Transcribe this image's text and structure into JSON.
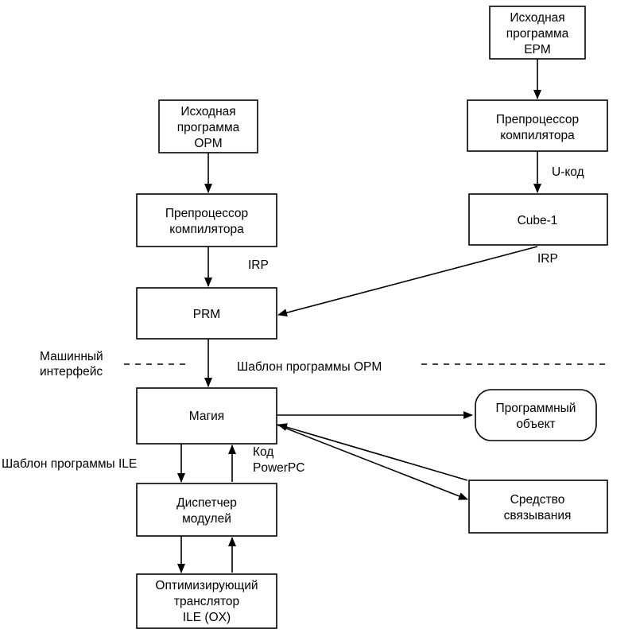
{
  "boxes": {
    "epm_source": [
      "Исходная",
      "программа",
      "EPM"
    ],
    "epm_preproc": [
      "Препроцессор",
      "компилятора"
    ],
    "cube1": [
      "Cube-1"
    ],
    "opm_source": [
      "Исходная",
      "программа",
      "OPM"
    ],
    "opm_preproc": [
      "Препроцессор",
      "компилятора"
    ],
    "prm": [
      "PRM"
    ],
    "magic": [
      "Магия"
    ],
    "program_object": [
      "Программный",
      "объект"
    ],
    "dispatcher": [
      "Диспетчер",
      "модулей"
    ],
    "linker": [
      "Средство",
      "связывания"
    ],
    "optimizer": [
      "Оптимизирующий",
      "транслятор",
      "ILE (OX)"
    ]
  },
  "labels": {
    "u_code": "U-код",
    "irp_left": "IRP",
    "irp_right": "IRP",
    "machine_interface": [
      "Машинный",
      "интерфейс"
    ],
    "opm_template": "Шаблон программы OPM",
    "ile_template": "Шаблон программы ILE",
    "powerpc_code": [
      "Код",
      "PowerPC"
    ]
  }
}
